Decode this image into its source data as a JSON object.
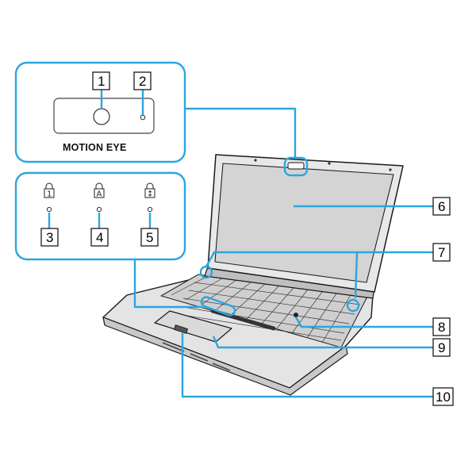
{
  "inset_camera": {
    "caption": "MOTION EYE"
  },
  "indicator_glyphs": {
    "num_lock": "1",
    "caps_lock": "A",
    "scroll_lock": "↕"
  },
  "callouts": [
    {
      "number": "1"
    },
    {
      "number": "2"
    },
    {
      "number": "3"
    },
    {
      "number": "4"
    },
    {
      "number": "5"
    },
    {
      "number": "6"
    },
    {
      "number": "7"
    },
    {
      "number": "8"
    },
    {
      "number": "9"
    },
    {
      "number": "10"
    }
  ],
  "colors": {
    "accent": "#2aa6e0",
    "line": "#1a1a1a",
    "chassis": "#e2e2e2",
    "screen": "#d4d4d4"
  }
}
